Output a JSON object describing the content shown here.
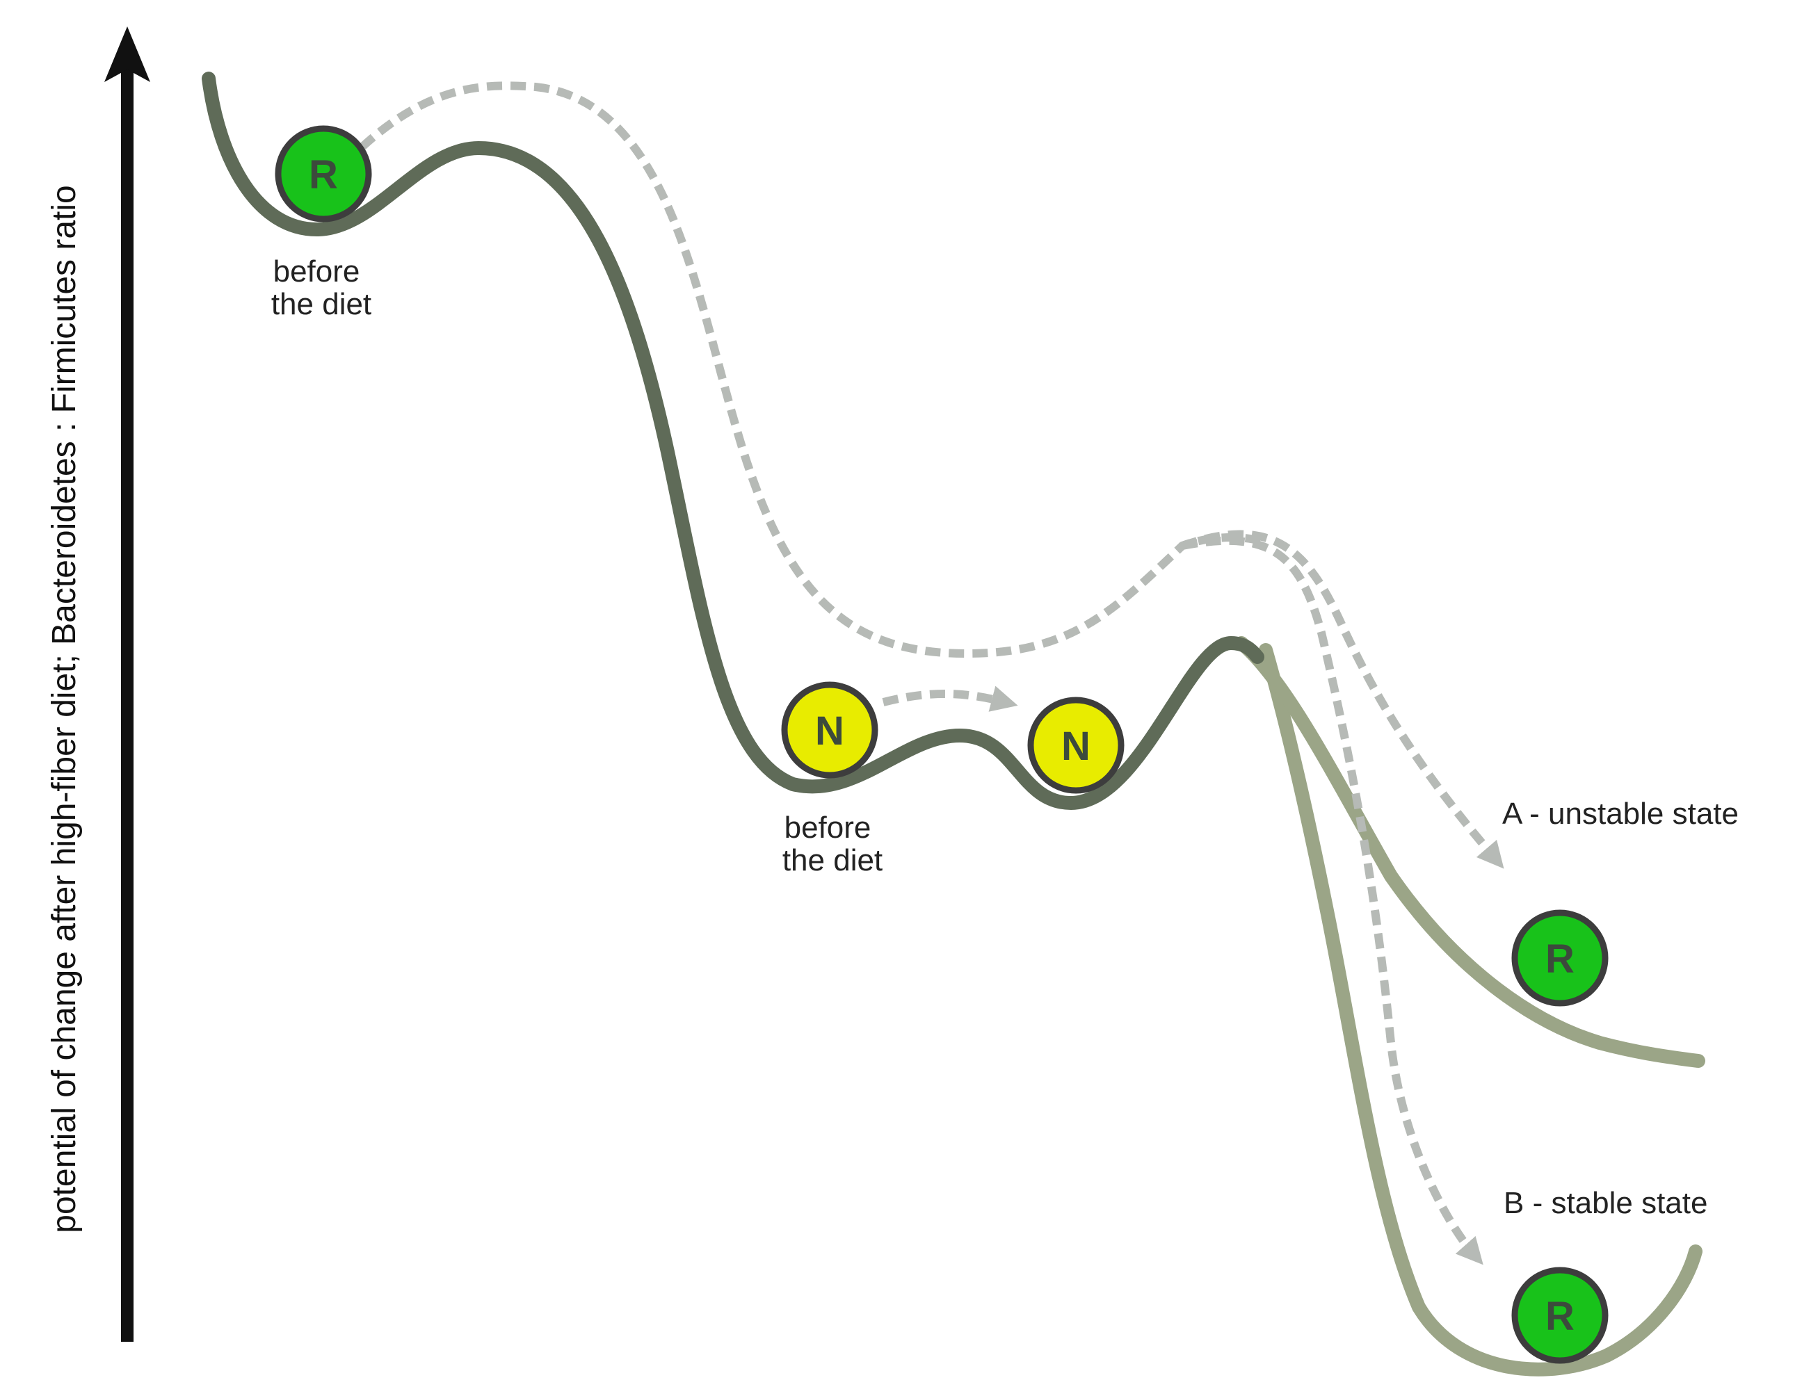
{
  "y_axis": {
    "label": "potential of change after high-fiber diet; Bacteroidetes : Firmicutes ratio"
  },
  "nodes": [
    {
      "id": "r-start",
      "letter": "R",
      "color": "#18c21a"
    },
    {
      "id": "n-first",
      "letter": "N",
      "color": "#e8ec00"
    },
    {
      "id": "n-second",
      "letter": "N",
      "color": "#e8ec00"
    },
    {
      "id": "r-unstable",
      "letter": "R",
      "color": "#18c21a"
    },
    {
      "id": "r-stable",
      "letter": "R",
      "color": "#18c21a"
    }
  ],
  "labels": {
    "before_diet_1_line1": "before",
    "before_diet_1_line2": "the diet",
    "before_diet_2_line1": "before",
    "before_diet_2_line2": "the diet",
    "state_a": "A - unstable state",
    "state_b": "B - stable state"
  },
  "colors": {
    "landscape_dark": "#5f6b58",
    "landscape_light": "#9ba587",
    "arrow_dashed": "#b6bab6",
    "axis": "#111111",
    "ball_outline": "#3d3d3d"
  }
}
